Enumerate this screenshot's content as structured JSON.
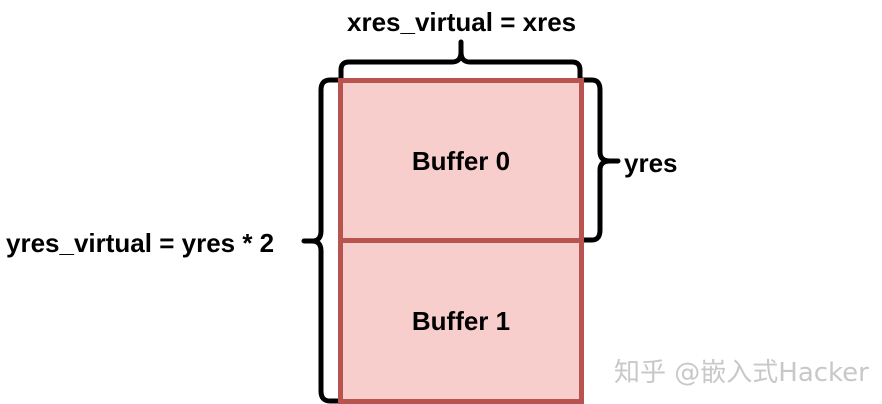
{
  "diagram": {
    "top_label": "xres_virtual = xres",
    "right_label": "yres",
    "left_label": "yres_virtual = yres * 2",
    "buffers": [
      {
        "label": "Buffer 0"
      },
      {
        "label": "Buffer 1"
      }
    ],
    "colors": {
      "buffer_fill": "#f8cecc",
      "buffer_stroke": "#b85450",
      "brace": "#000000"
    }
  },
  "watermark": "知乎 @嵌入式Hacker"
}
